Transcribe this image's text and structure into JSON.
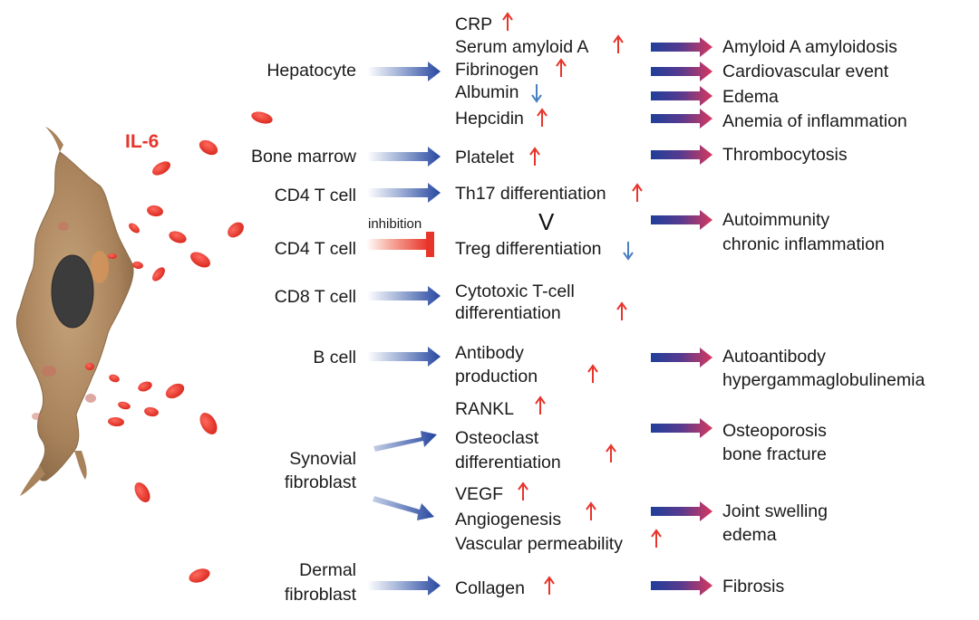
{
  "cytokine": "IL-6",
  "inhibition_label": "inhibition",
  "comparison_symbol": "V",
  "colors": {
    "up_arrow": "#e8352c",
    "down_arrow": "#4a7fc1",
    "arrow_blue": "#1f3f9a",
    "arrow_red": "#e8352c",
    "cell_body": "#a07a55",
    "nucleus": "#3c3c3c"
  },
  "sources": [
    "Hepatocyte",
    "Bone marrow",
    "CD4 T cell",
    "CD4 T cell",
    "CD8 T cell",
    "B cell",
    "Synovial",
    "fibroblast",
    "Dermal",
    "fibroblast"
  ],
  "mediators": [
    {
      "text": "CRP",
      "arrow": "up"
    },
    {
      "text": "Serum amyloid A",
      "arrow": "up"
    },
    {
      "text": "Fibrinogen",
      "arrow": "up"
    },
    {
      "text": "Albumin",
      "arrow": "down"
    },
    {
      "text": "Hepcidin",
      "arrow": "up"
    },
    {
      "text": "Platelet",
      "arrow": "up"
    },
    {
      "text": "Th17 differentiation",
      "arrow": "up"
    },
    {
      "text": "Treg differentiation",
      "arrow": "down"
    },
    {
      "text": "Cytotoxic T-cell",
      "arrow": ""
    },
    {
      "text": "differentiation",
      "arrow": "up"
    },
    {
      "text": "Antibody",
      "arrow": ""
    },
    {
      "text": "production",
      "arrow": "up"
    },
    {
      "text": "RANKL",
      "arrow": "up"
    },
    {
      "text": "Osteoclast",
      "arrow": ""
    },
    {
      "text": "differentiation",
      "arrow": "up"
    },
    {
      "text": "VEGF",
      "arrow": "up"
    },
    {
      "text": "Angiogenesis",
      "arrow": "up"
    },
    {
      "text": "Vascular permeability",
      "arrow": "up"
    },
    {
      "text": "Collagen",
      "arrow": "up"
    }
  ],
  "outcomes": [
    "Amyloid A amyloidosis",
    "Cardiovascular event",
    "Edema",
    "Anemia of inflammation",
    "Thrombocytosis",
    "Autoimmunity",
    "chronic inflammation",
    "Autoantibody",
    "hypergammaglobulinemia",
    "Osteoporosis",
    "bone fracture",
    "Joint swelling",
    "edema",
    "Fibrosis"
  ]
}
